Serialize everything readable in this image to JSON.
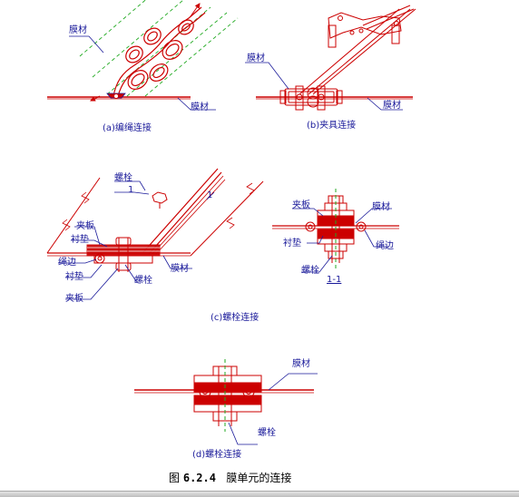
{
  "labels": {
    "membrane": "膜材",
    "bolt": "螺栓",
    "clamp_plate": "夹板",
    "liner_pad": "衬垫",
    "rope_edge": "绳边",
    "section_mark": "1",
    "section_ref": "1-1"
  },
  "captions": {
    "a": "(a)编绳连接",
    "b": "(b)夹具连接",
    "c": "(c)螺栓连接",
    "d": "(d)螺栓连接"
  },
  "figure": {
    "prefix": "图",
    "number": "6.2.4",
    "title": "膜单元的连接"
  },
  "colors": {
    "line": "#cc0000",
    "guide": "#22aa22",
    "text": "#1a1a9a",
    "leader": "#1a1a9a"
  }
}
